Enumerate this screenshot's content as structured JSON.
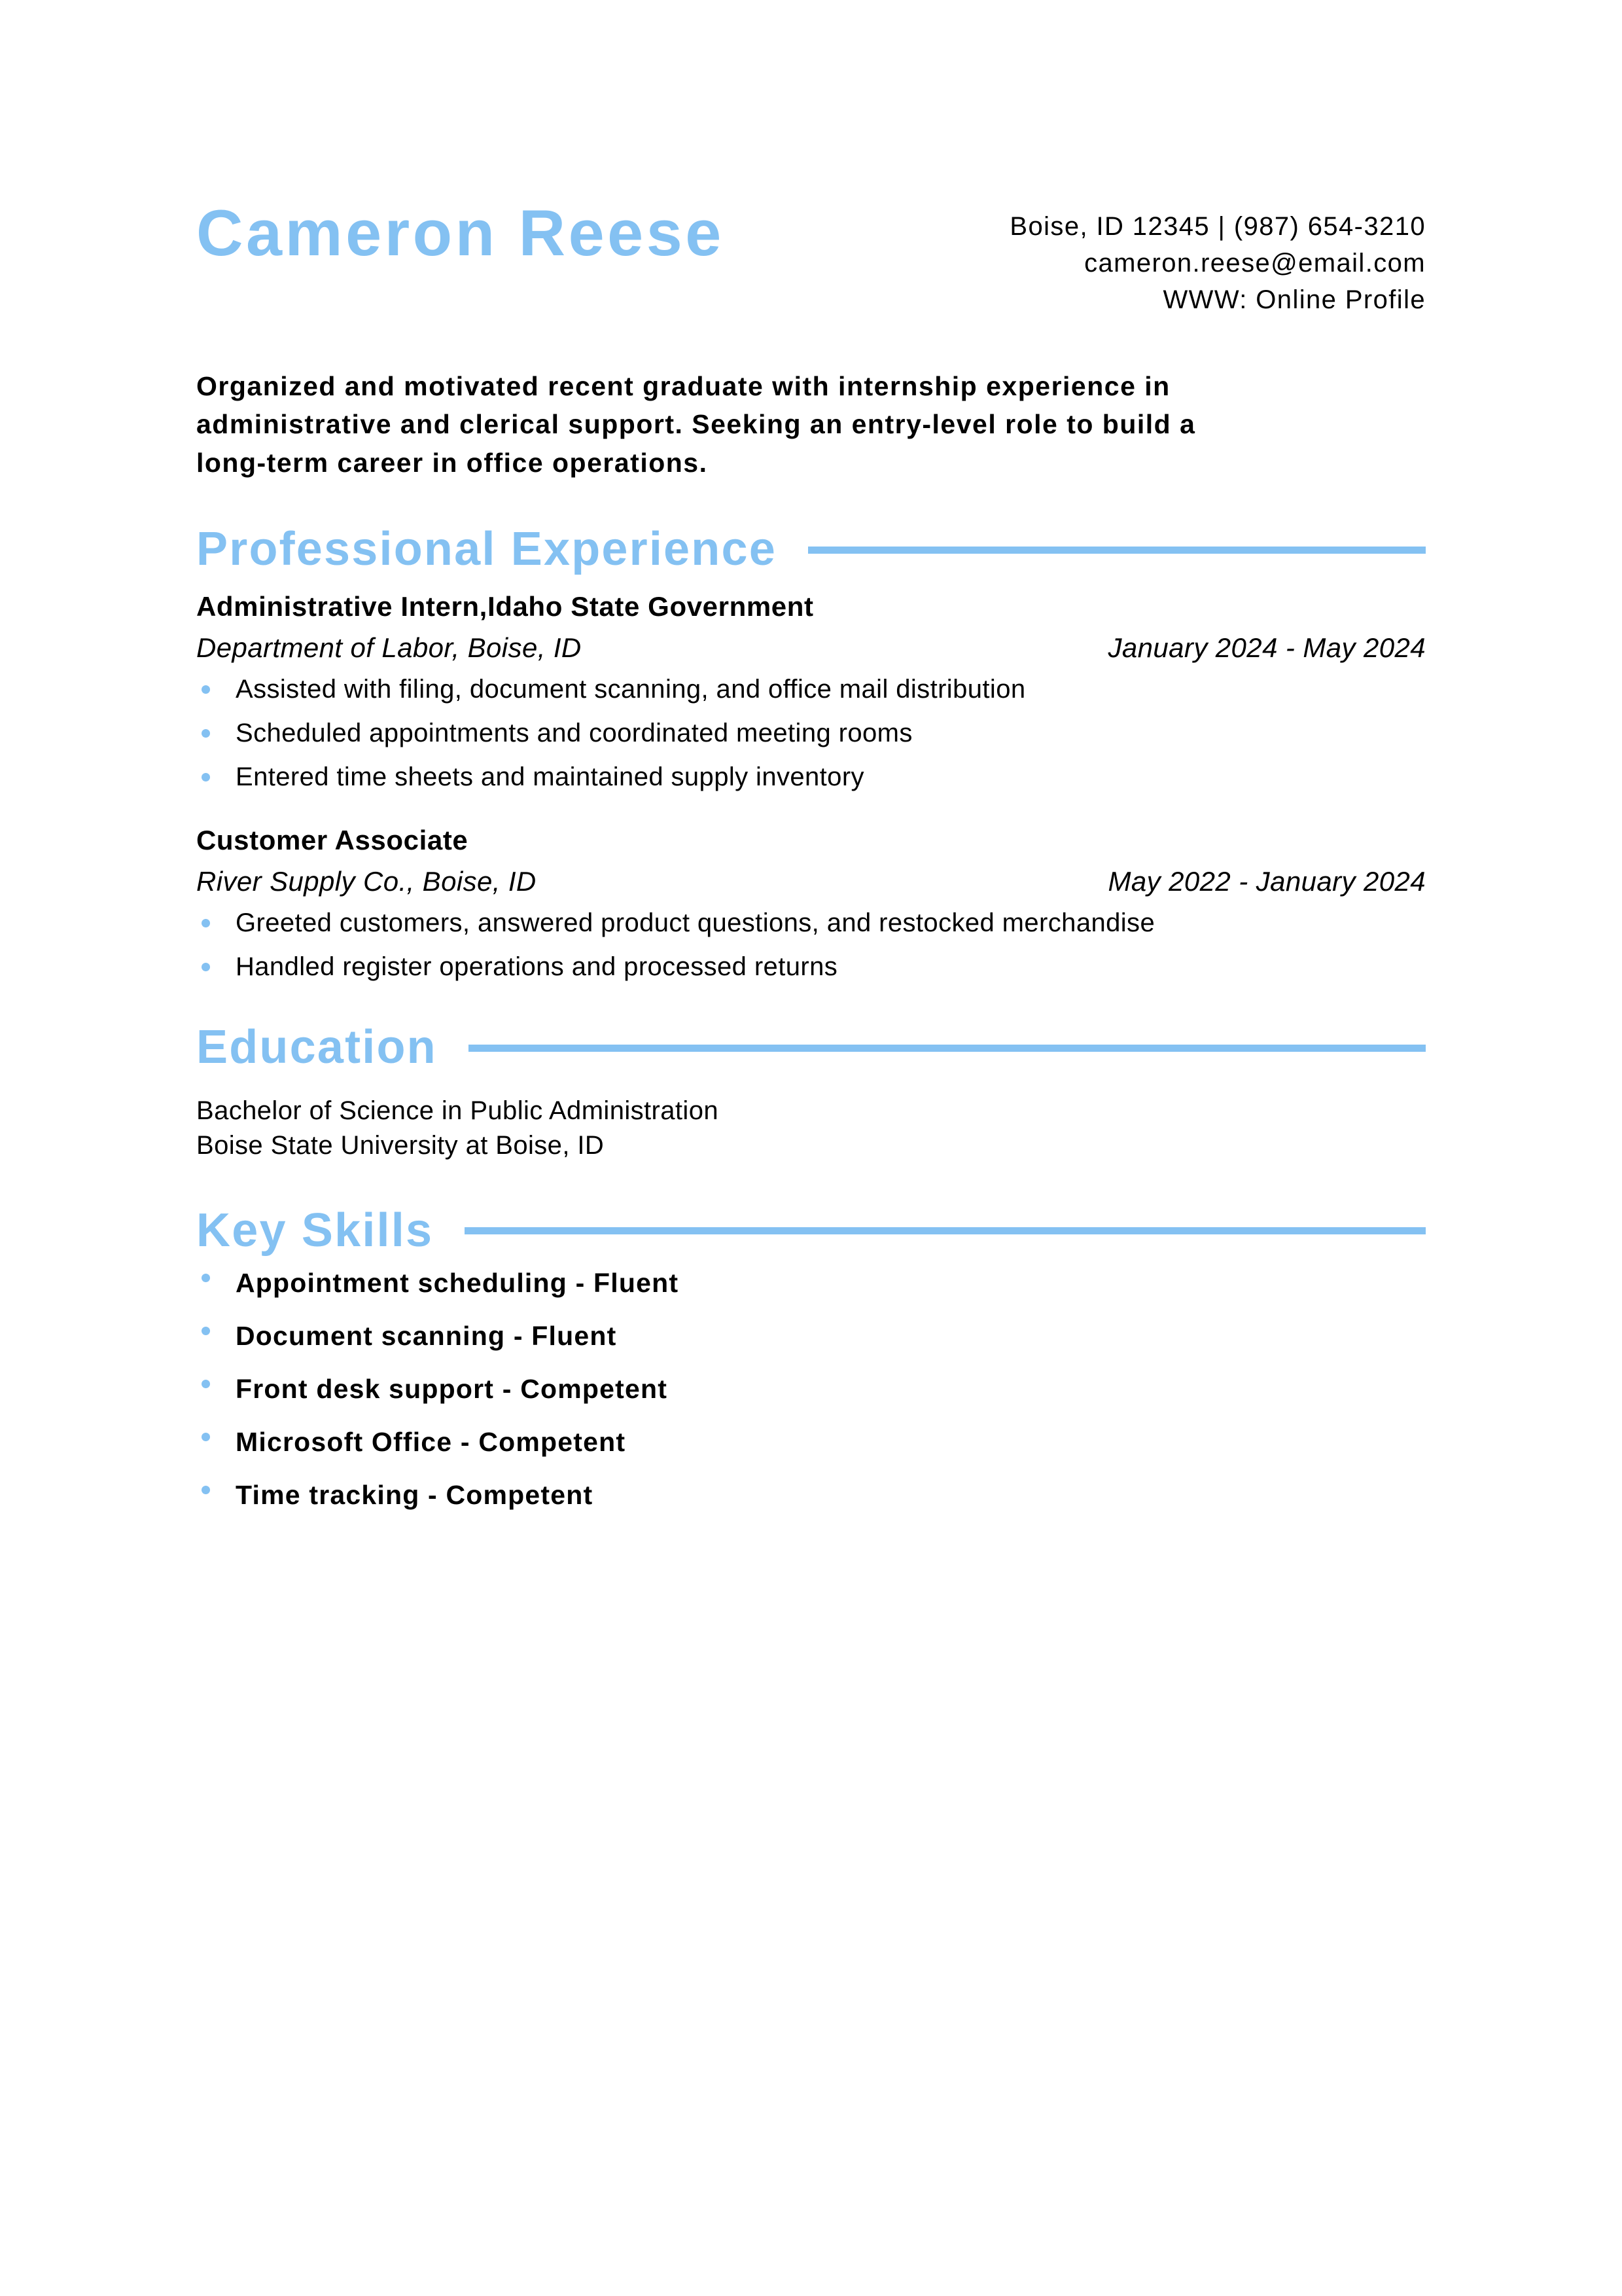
{
  "theme": {
    "accent_color": "#84c1f2",
    "text_color": "#000000",
    "page_background": "#ffffff"
  },
  "header": {
    "name": "Cameron Reese",
    "contact": {
      "location_phone": "Boise, ID 12345 | (987) 654-3210",
      "email": "cameron.reese@email.com",
      "website": "WWW: Online Profile"
    }
  },
  "summary": {
    "text": "Organized and motivated recent graduate with internship experience in administrative and clerical support. Seeking an entry-level role to build a long-term career in office operations."
  },
  "sections": {
    "experience": {
      "heading": "Professional Experience",
      "jobs": [
        {
          "title": "Administrative Intern,Idaho State Government",
          "organization": "Department of Labor, Boise, ID",
          "dates": "January 2024 - May 2024",
          "bullets": [
            "Assisted with filing, document scanning, and office mail distribution",
            "Scheduled appointments and coordinated meeting rooms",
            "Entered time sheets and maintained supply inventory"
          ]
        },
        {
          "title": "Customer Associate",
          "organization": "River Supply Co., Boise, ID",
          "dates": "May 2022 - January 2024",
          "bullets": [
            "Greeted customers, answered product questions, and restocked merchandise",
            "Handled register operations and processed returns"
          ]
        }
      ]
    },
    "education": {
      "heading": "Education",
      "degree": "Bachelor of Science in Public Administration",
      "school": "Boise State University at Boise, ID"
    },
    "skills": {
      "heading": "Key Skills",
      "items": [
        "Appointment scheduling - Fluent",
        "Document scanning - Fluent",
        "Front desk support - Competent",
        "Microsoft Office - Competent",
        "Time tracking - Competent"
      ]
    }
  }
}
